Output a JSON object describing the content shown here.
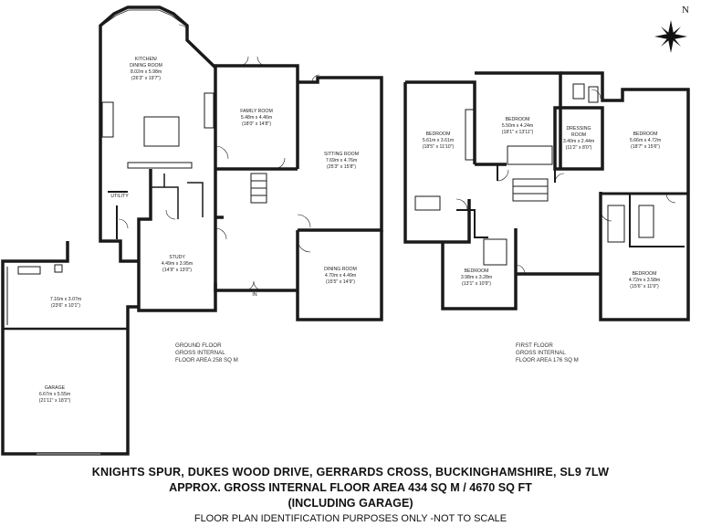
{
  "compass": {
    "north_label": "N"
  },
  "entrance_label": "IN",
  "ground_floor": {
    "notes": [
      "GROUND FLOOR",
      "GROSS INTERNAL",
      "FLOOR AREA 258 SQ M"
    ],
    "rooms": {
      "kitchen": [
        "KITCHEN/",
        "DINING ROOM",
        "8.02m x 5.98m",
        "(26'3\" x 19'7\")"
      ],
      "family": [
        "FAMILY ROOM",
        "5.48m x 4.46m",
        "(18'0\" x 14'8\")"
      ],
      "sitting": [
        "SITTING ROOM",
        "7.69m x 4.76m",
        "(25'3\" x 15'8\")"
      ],
      "utility": [
        "UTILITY"
      ],
      "study": [
        "STUDY",
        "4.49m x 3.95m",
        "(14'9\" x 13'0\")"
      ],
      "dining": [
        "DINING ROOM",
        "4.70m x 4.49m",
        "(15'5\" x 14'9\")"
      ],
      "workshop": [
        "7.16m x 3.07m",
        "(23'6\" x 10'1\")"
      ],
      "garage": [
        "GARAGE",
        "6.67m x 5.55m",
        "(21'11\" x 18'2\")"
      ]
    }
  },
  "first_floor": {
    "notes": [
      "FIRST FLOOR",
      "GROSS INTERNAL",
      "FLOOR AREA 176 SQ M"
    ],
    "rooms": {
      "bed1": [
        "BEDROOM",
        "5.61m x 3.61m",
        "(18'5\" x 11'10\")"
      ],
      "bed2": [
        "BEDROOM",
        "5.50m x 4.24m",
        "(18'1\" x 13'11\")"
      ],
      "dressing": [
        "DRESSING",
        "ROOM",
        "3.40m x 2.44m",
        "(11'2\" x 8'0\")"
      ],
      "bed3": [
        "BEDROOM",
        "5.66m x 4.72m",
        "(18'7\" x 15'6\")"
      ],
      "bed4": [
        "BEDROOM",
        "3.98m x 3.28m",
        "(13'1\" x 10'9\")"
      ],
      "bed5": [
        "BEDROOM",
        "4.72m x 3.58m",
        "(15'6\" x 11'9\")"
      ]
    }
  },
  "footer": {
    "line1": "KNIGHTS SPUR, DUKES WOOD DRIVE, GERRARDS CROSS, BUCKINGHAMSHIRE, SL9 7LW",
    "line2": "APPROX. GROSS INTERNAL FLOOR AREA 434 SQ M / 4670 SQ FT",
    "line3": "(INCLUDING GARAGE)",
    "line4": "FLOOR PLAN IDENTIFICATION PURPOSES ONLY -NOT TO SCALE"
  }
}
